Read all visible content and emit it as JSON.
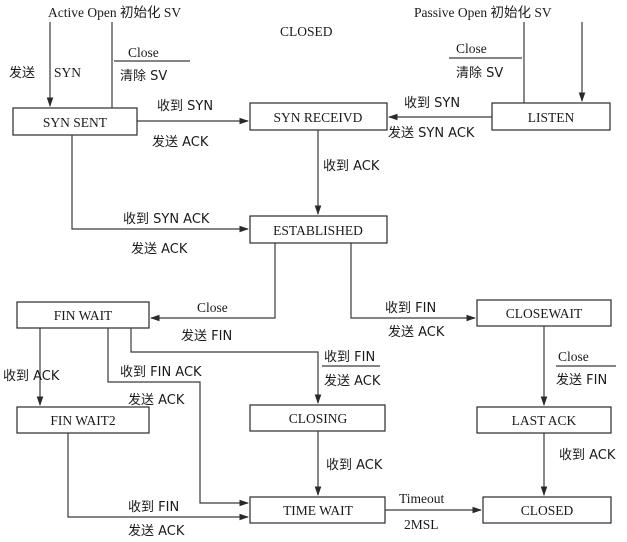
{
  "title": "CLOSED",
  "top_left": "Active Open 初始化 SV",
  "top_right": "Passive Open 初始化 SV",
  "states": {
    "syn_sent": "SYN SENT",
    "syn_received": "SYN RECEIVD",
    "listen": "LISTEN",
    "established": "ESTABLISHED",
    "fin_wait": "FIN WAIT",
    "close_wait": "CLOSEWAIT",
    "fin_wait2": "FIN WAIT2",
    "closing": "CLOSING",
    "last_ack": "LAST ACK",
    "time_wait": "TIME WAIT",
    "closed": "CLOSED"
  },
  "labels": {
    "send_syn_1": "发送",
    "send_syn_2": "SYN",
    "left_close": "Close",
    "left_clear": "清除 SV",
    "right_close": "Close",
    "right_clear": "清除 SV",
    "synsent_to_recv_top": "收到 SYN",
    "synsent_to_recv_bottom": "发送 ACK",
    "listen_to_recv_top": "收到 SYN",
    "listen_to_recv_bottom": "发送 SYN ACK",
    "recv_to_est": "收到 ACK",
    "synsent_to_est_top": "收到 SYN ACK",
    "synsent_to_est_bottom": "发送 ACK",
    "est_to_finwait_top": "Close",
    "est_to_finwait_bottom": "发送 FIN",
    "est_to_closewait_top": "收到 FIN",
    "est_to_closewait_bottom": "发送 ACK",
    "finwait_to_finwait2": "收到 ACK",
    "finwait_to_timewait_top": "收到 FIN ACK",
    "finwait_to_timewait_bottom": "发送 ACK",
    "finwait_to_closing_top": "收到 FIN",
    "finwait_to_closing_bottom": "发送 ACK",
    "closewait_close": "Close",
    "closewait_send_fin": "发送 FIN",
    "closing_to_timewait": "收到 ACK",
    "lastack_to_closed": "收到 ACK",
    "finwait2_to_timewait_top": "收到 FIN",
    "finwait2_to_timewait_bottom": "发送 ACK",
    "timewait_timeout": "Timeout",
    "timewait_2msl": "2MSL"
  }
}
